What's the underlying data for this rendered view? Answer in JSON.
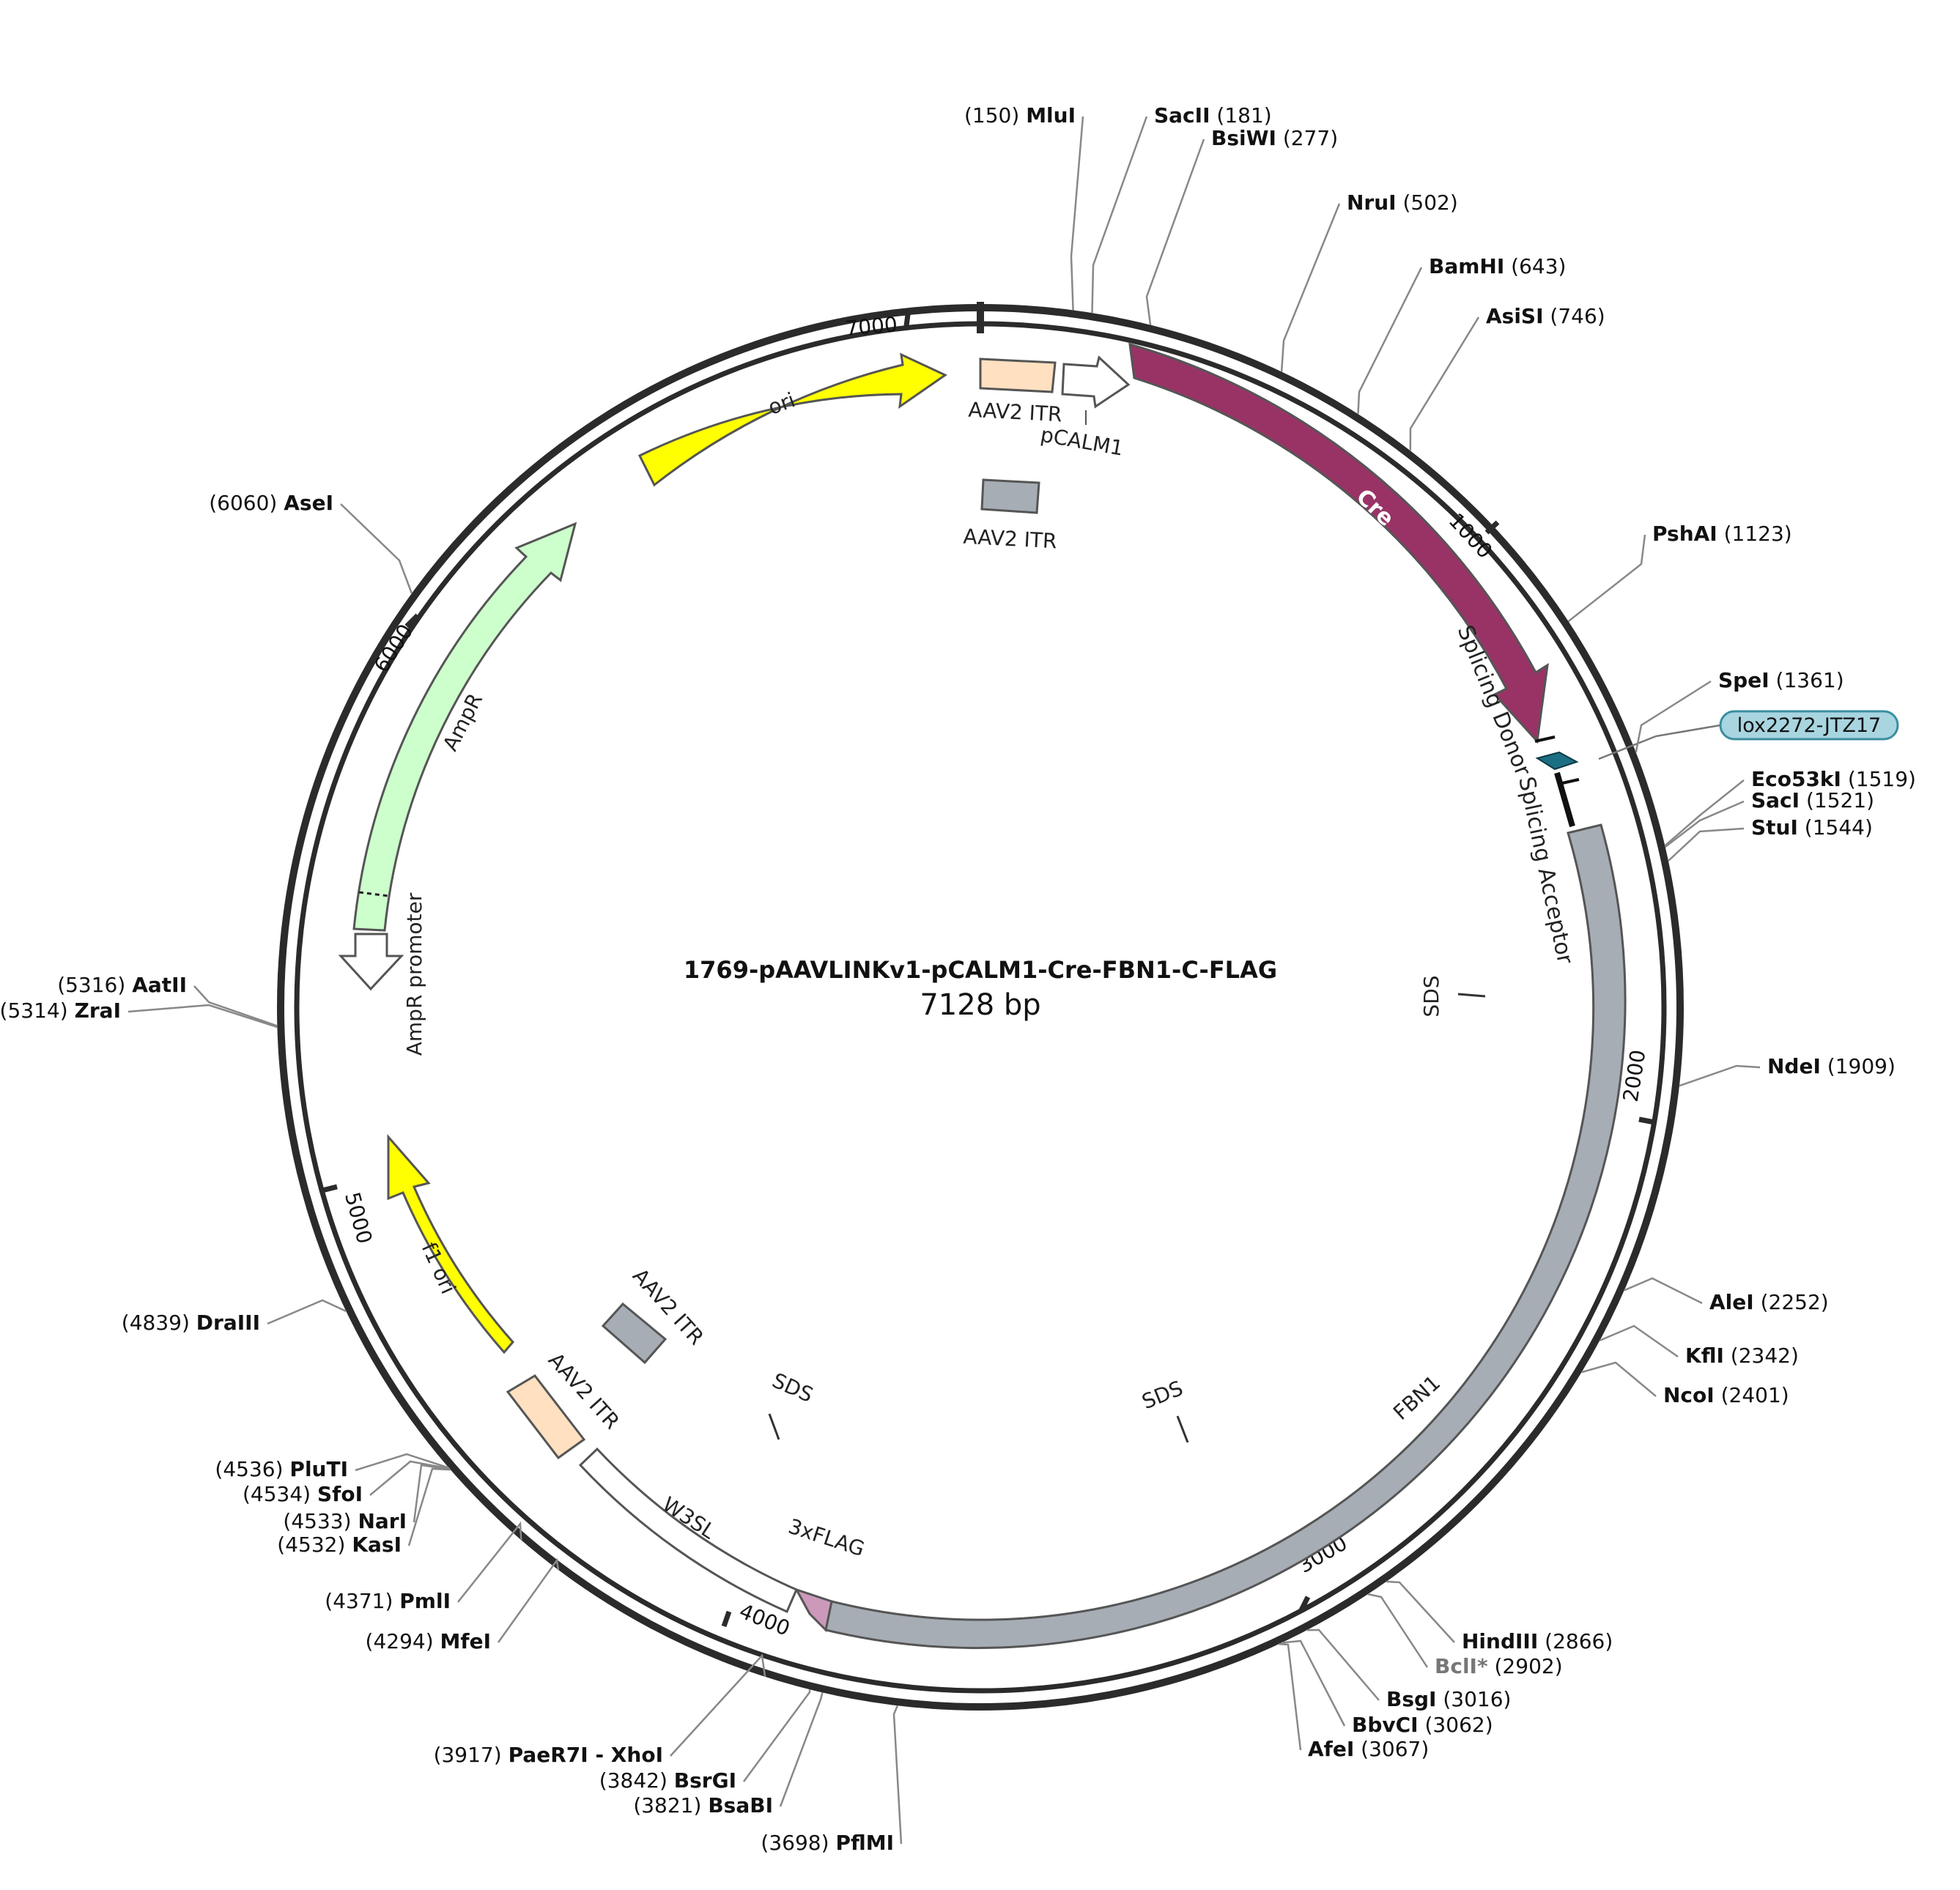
{
  "map": {
    "name": "1769-pAAVLINKv1-pCALM1-Cre-FBN1-C-FLAG",
    "size_label": "7128 bp",
    "length_bp": 7128
  },
  "ticks": [
    {
      "label": "1000",
      "bp": 1000
    },
    {
      "label": "2000",
      "bp": 2000
    },
    {
      "label": "3000",
      "bp": 3000
    },
    {
      "label": "4000",
      "bp": 4000
    },
    {
      "label": "5000",
      "bp": 5000
    },
    {
      "label": "6000",
      "bp": 6000
    },
    {
      "label": "7000",
      "bp": 7000
    }
  ],
  "features": [
    {
      "label": "Cre",
      "color": "#993366",
      "text_color": "#ffffff"
    },
    {
      "label": "FBN1",
      "color": "#a6adb5",
      "text_color": "#222222"
    },
    {
      "label": "ori",
      "color": "#ffff00",
      "text_color": "#222222"
    },
    {
      "label": "AmpR",
      "color": "#ccffcc",
      "text_color": "#222222"
    },
    {
      "label": "AmpR promoter",
      "color": "#ffffff",
      "text_color": "#222222"
    },
    {
      "label": "f1 ori",
      "color": "#ffff00",
      "text_color": "#222222"
    },
    {
      "label": "AAV2 ITR",
      "color": "#ffe0c0",
      "text_color": "#222222"
    },
    {
      "label": "pCALM1",
      "color": "#ffffff",
      "text_color": "#222222"
    },
    {
      "label": "AAV2 ITR",
      "color": "#a6adb5",
      "text_color": "#222222"
    },
    {
      "label": "AAV2 ITR",
      "color": "#a6adb5",
      "text_color": "#222222"
    },
    {
      "label": "AAV2 ITR",
      "color": "#ffe0c0",
      "text_color": "#222222"
    },
    {
      "label": "W3SL",
      "color": "#ffffff",
      "text_color": "#222222"
    },
    {
      "label": "3xFLAG",
      "color": "#cc99bb",
      "text_color": "#222222"
    },
    {
      "label": "Splicing Donor",
      "color": "#000000",
      "text_color": "#222222"
    },
    {
      "label": "Splicing Acceptor",
      "color": "#000000",
      "text_color": "#222222"
    },
    {
      "label": "lox2272-JTZ17",
      "color": "#9bd0dc",
      "text_color": "#222222"
    }
  ],
  "sds_labels": [
    "SDS",
    "SDS",
    "SDS"
  ],
  "sites": [
    {
      "name": "MluI",
      "pos": "(150)",
      "bp": 150
    },
    {
      "name": "SacII",
      "pos": "(181)",
      "bp": 181
    },
    {
      "name": "BsiWI",
      "pos": "(277)",
      "bp": 277
    },
    {
      "name": "NruI",
      "pos": "(502)",
      "bp": 502
    },
    {
      "name": "BamHI",
      "pos": "(643)",
      "bp": 643
    },
    {
      "name": "AsiSI",
      "pos": "(746)",
      "bp": 746
    },
    {
      "name": "PshAI",
      "pos": "(1123)",
      "bp": 1123
    },
    {
      "name": "SpeI",
      "pos": "(1361)",
      "bp": 1361
    },
    {
      "name": "Eco53kI",
      "pos": "(1519)",
      "bp": 1519
    },
    {
      "name": "SacI",
      "pos": "(1521)",
      "bp": 1521
    },
    {
      "name": "StuI",
      "pos": "(1544)",
      "bp": 1544
    },
    {
      "name": "NdeI",
      "pos": "(1909)",
      "bp": 1909
    },
    {
      "name": "AleI",
      "pos": "(2252)",
      "bp": 2252
    },
    {
      "name": "KflI",
      "pos": "(2342)",
      "bp": 2342
    },
    {
      "name": "NcoI",
      "pos": "(2401)",
      "bp": 2401
    },
    {
      "name": "HindIII",
      "pos": "(2866)",
      "bp": 2866
    },
    {
      "name": "BclI*",
      "pos": "(2902)",
      "bp": 2902,
      "grey": true
    },
    {
      "name": "BsgI",
      "pos": "(3016)",
      "bp": 3016
    },
    {
      "name": "BbvCI",
      "pos": "(3062)",
      "bp": 3062
    },
    {
      "name": "AfeI",
      "pos": "(3067)",
      "bp": 3067
    },
    {
      "name": "PflMI",
      "pos": "(3698)",
      "bp": 3698
    },
    {
      "name": "BsaBI",
      "pos": "(3821)",
      "bp": 3821
    },
    {
      "name": "BsrGI",
      "pos": "(3842)",
      "bp": 3842
    },
    {
      "name": "PaeR7I - XhoI",
      "pos": "(3917)",
      "bp": 3917
    },
    {
      "name": "MfeI",
      "pos": "(4294)",
      "bp": 4294
    },
    {
      "name": "PmlI",
      "pos": "(4371)",
      "bp": 4371
    },
    {
      "name": "KasI",
      "pos": "(4532)",
      "bp": 4532
    },
    {
      "name": "NarI",
      "pos": "(4533)",
      "bp": 4533
    },
    {
      "name": "SfoI",
      "pos": "(4534)",
      "bp": 4534
    },
    {
      "name": "PluTI",
      "pos": "(4536)",
      "bp": 4536
    },
    {
      "name": "DraIII",
      "pos": "(4839)",
      "bp": 4839
    },
    {
      "name": "ZraI",
      "pos": "(5314)",
      "bp": 5314
    },
    {
      "name": "AatII",
      "pos": "(5316)",
      "bp": 5316
    },
    {
      "name": "AseI",
      "pos": "(6060)",
      "bp": 6060
    }
  ]
}
